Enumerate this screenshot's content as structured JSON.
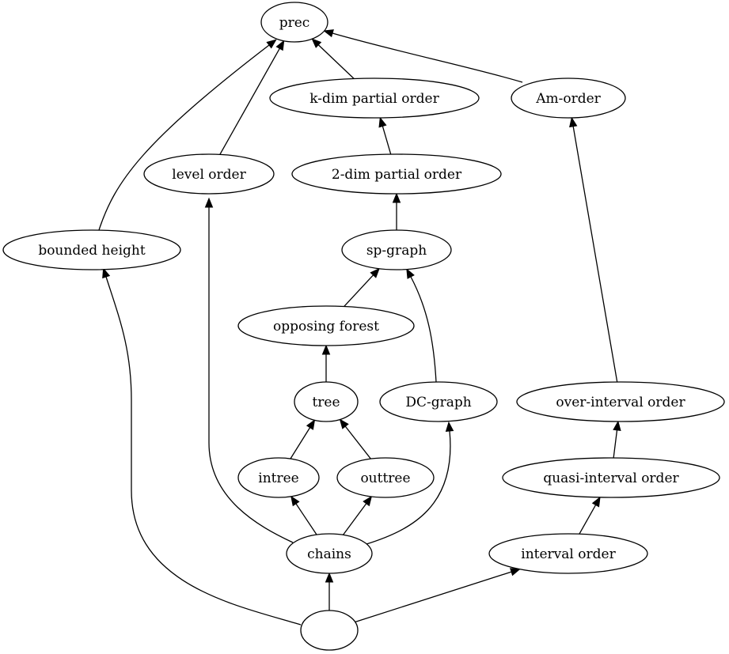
{
  "nodes": [
    {
      "id": "root",
      "label": ""
    },
    {
      "id": "chains",
      "label": "chains"
    },
    {
      "id": "interval_order",
      "label": "interval order"
    },
    {
      "id": "quasi_interval_order",
      "label": "quasi-interval order"
    },
    {
      "id": "over_interval_order",
      "label": "over-interval order"
    },
    {
      "id": "am_order",
      "label": "Am-order"
    },
    {
      "id": "prec",
      "label": "prec"
    },
    {
      "id": "k_dim",
      "label": "k-dim partial order"
    },
    {
      "id": "two_dim",
      "label": "2-dim partial order"
    },
    {
      "id": "sp_graph",
      "label": "sp-graph"
    },
    {
      "id": "opposing_forest",
      "label": "opposing forest"
    },
    {
      "id": "tree",
      "label": "tree"
    },
    {
      "id": "intree",
      "label": "intree"
    },
    {
      "id": "outtree",
      "label": "outtree"
    },
    {
      "id": "dc_graph",
      "label": "DC-graph"
    },
    {
      "id": "level_order",
      "label": "level order"
    },
    {
      "id": "bounded_height",
      "label": "bounded height"
    }
  ],
  "edges": [
    {
      "from": "root",
      "to": "chains"
    },
    {
      "from": "root",
      "to": "interval_order"
    },
    {
      "from": "root",
      "to": "bounded_height"
    },
    {
      "from": "chains",
      "to": "intree"
    },
    {
      "from": "chains",
      "to": "outtree"
    },
    {
      "from": "chains",
      "to": "dc_graph"
    },
    {
      "from": "chains",
      "to": "level_order"
    },
    {
      "from": "intree",
      "to": "tree"
    },
    {
      "from": "outtree",
      "to": "tree"
    },
    {
      "from": "tree",
      "to": "opposing_forest"
    },
    {
      "from": "opposing_forest",
      "to": "sp_graph"
    },
    {
      "from": "dc_graph",
      "to": "sp_graph"
    },
    {
      "from": "sp_graph",
      "to": "two_dim"
    },
    {
      "from": "two_dim",
      "to": "k_dim"
    },
    {
      "from": "k_dim",
      "to": "prec"
    },
    {
      "from": "am_order",
      "to": "prec"
    },
    {
      "from": "level_order",
      "to": "prec"
    },
    {
      "from": "bounded_height",
      "to": "prec"
    },
    {
      "from": "interval_order",
      "to": "quasi_interval_order"
    },
    {
      "from": "quasi_interval_order",
      "to": "over_interval_order"
    },
    {
      "from": "over_interval_order",
      "to": "am_order"
    }
  ]
}
